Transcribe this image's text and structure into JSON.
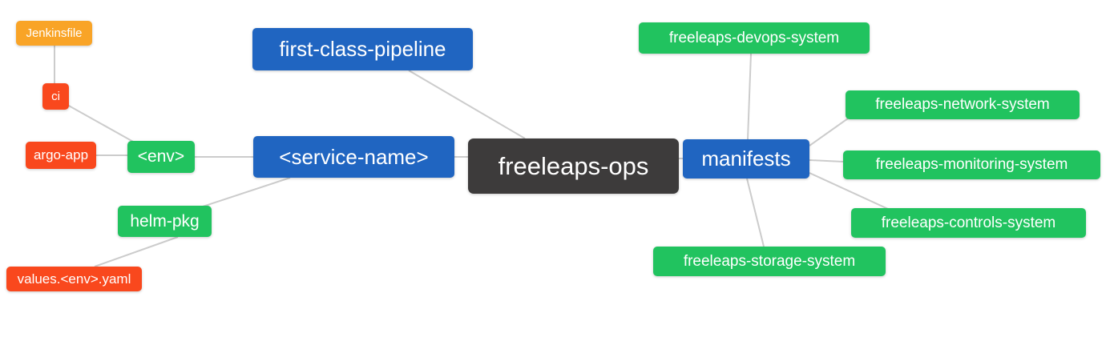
{
  "diagram": {
    "type": "mindmap",
    "root_label": "freeleaps-ops",
    "palette": {
      "root": "#3d3b3b",
      "branch_blue": "#2065c1",
      "leaf_green": "#21c35f",
      "leaf_red": "#f9481d",
      "leaf_orange": "#f9a427",
      "edge": "#cccccc",
      "background": "#ffffff",
      "text": "#ffffff"
    },
    "nodes": [
      {
        "id": "jenkinsfile",
        "label": "Jenkinsfile",
        "color": "orange"
      },
      {
        "id": "ci",
        "label": "ci",
        "color": "red"
      },
      {
        "id": "argo-app",
        "label": "argo-app",
        "color": "red"
      },
      {
        "id": "env",
        "label": "<env>",
        "color": "green"
      },
      {
        "id": "helm-pkg",
        "label": "helm-pkg",
        "color": "green"
      },
      {
        "id": "values-yaml",
        "label": "values.<env>.yaml",
        "color": "red"
      },
      {
        "id": "first-class-pipeline",
        "label": "first-class-pipeline",
        "color": "blue"
      },
      {
        "id": "service-name",
        "label": "<service-name>",
        "color": "blue"
      },
      {
        "id": "freeleaps-ops",
        "label": "freeleaps-ops",
        "color": "dark"
      },
      {
        "id": "manifests",
        "label": "manifests",
        "color": "blue"
      },
      {
        "id": "devops",
        "label": "freeleaps-devops-system",
        "color": "green"
      },
      {
        "id": "network",
        "label": "freeleaps-network-system",
        "color": "green"
      },
      {
        "id": "monitoring",
        "label": "freeleaps-monitoring-system",
        "color": "green"
      },
      {
        "id": "controls",
        "label": "freeleaps-controls-system",
        "color": "green"
      },
      {
        "id": "storage",
        "label": "freeleaps-storage-system",
        "color": "green"
      }
    ],
    "edges": [
      {
        "from": "jenkinsfile",
        "to": "ci"
      },
      {
        "from": "ci",
        "to": "env"
      },
      {
        "from": "argo-app",
        "to": "env"
      },
      {
        "from": "env",
        "to": "service-name"
      },
      {
        "from": "helm-pkg",
        "to": "service-name"
      },
      {
        "from": "values-yaml",
        "to": "helm-pkg"
      },
      {
        "from": "first-class-pipeline",
        "to": "freeleaps-ops"
      },
      {
        "from": "service-name",
        "to": "freeleaps-ops"
      },
      {
        "from": "freeleaps-ops",
        "to": "manifests"
      },
      {
        "from": "manifests",
        "to": "devops"
      },
      {
        "from": "manifests",
        "to": "network"
      },
      {
        "from": "manifests",
        "to": "monitoring"
      },
      {
        "from": "manifests",
        "to": "controls"
      },
      {
        "from": "manifests",
        "to": "storage"
      }
    ]
  }
}
